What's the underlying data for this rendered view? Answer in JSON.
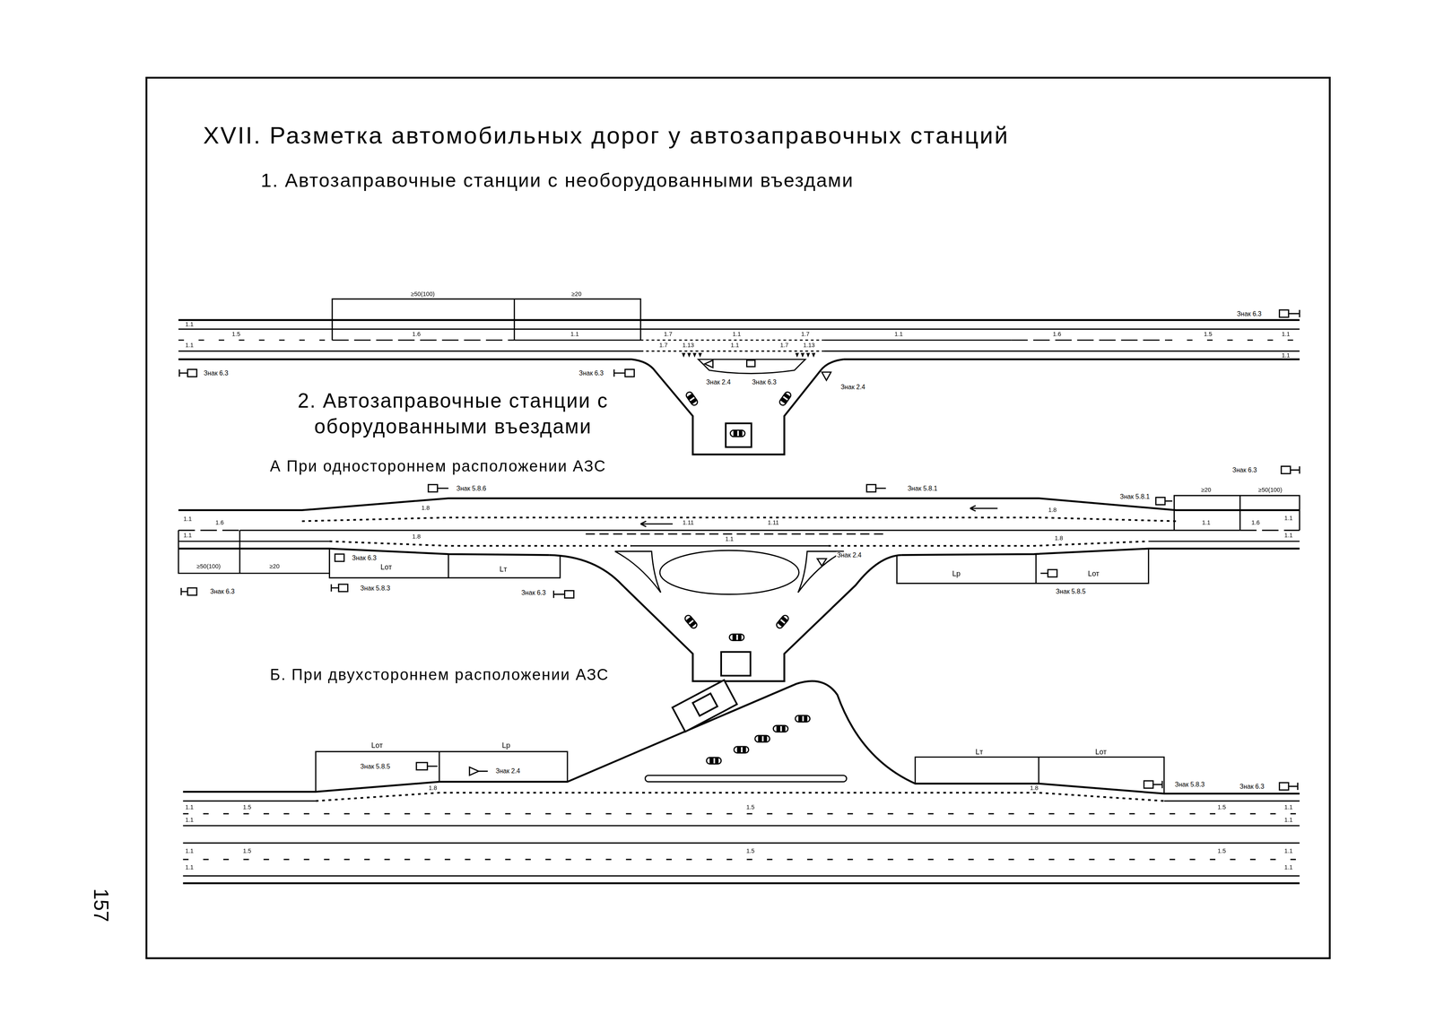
{
  "diagram": {
    "title": "XVII. Разметка автомобильных дорог у автозаправочных станций",
    "labels": [
      "1. Автозаправочные станции с необорудованными въездами",
      "≥50(100)",
      "≥20",
      "1.1",
      "1.5",
      "1.6",
      "1.1",
      "1.7",
      "1.1",
      "1.7",
      "1.1",
      "1.6",
      "1.5",
      "1.1",
      "1.1",
      "1.1",
      "1.7",
      "1.13",
      "1.1",
      "1.7",
      "1.13",
      "Знак 6.3",
      "Знак 6.3",
      "Знак 6.3",
      "Знак 2.4",
      "Знак 6.3",
      "Знак 2.4",
      "2. Автозаправочные станции с оборудованными въездами",
      "А При одностороннем расположении АЗС",
      "Знак 5.8.6",
      "Знак 5.8.1",
      "Знак 5.8.1",
      "Знак 6.3",
      "≥20",
      "≥50(100)",
      "1.8",
      "1.8",
      "1.1",
      "1.6",
      "1.11",
      "1.11",
      "1.8",
      "1.1",
      "1.8",
      "1.1",
      "1.6",
      "1.1",
      "1.1",
      "1.1",
      "≥50(100)",
      "≥20",
      "Знак 6.3",
      "Lот",
      "Lт",
      "Знак 2.4",
      "Lр",
      "Lот",
      "Знак 6.3",
      "Знак 5.8.3",
      "Знак 6.3",
      "Знак 5.8.5",
      "Б. При двухстороннем расположении АЗС",
      "Lот",
      "Lр",
      "Знак 5.8.5",
      "Знак 2.4",
      "1.8",
      "Lт",
      "Lот",
      "Знак 5.8.3",
      "Знак 6.3",
      "1.8",
      "1.1",
      "1.5",
      "1.5",
      "1.5",
      "1.1",
      "1.1",
      "1.1",
      "1.1",
      "1.5",
      "1.5",
      "1.5",
      "1.1",
      "1.1",
      "1.1",
      "157"
    ]
  }
}
